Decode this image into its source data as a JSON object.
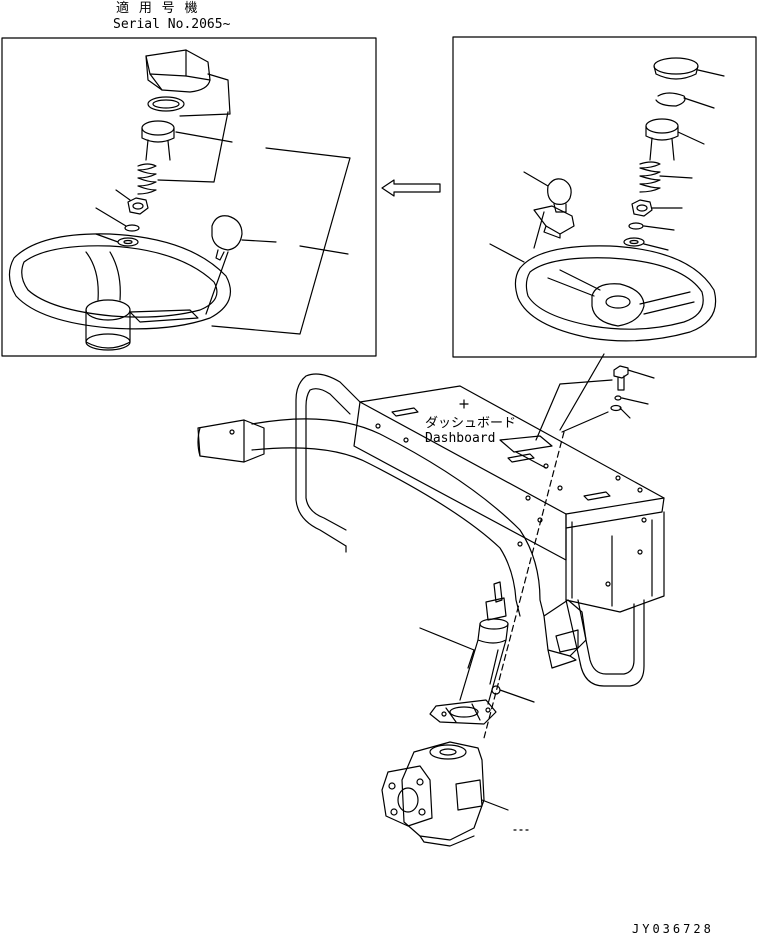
{
  "header": {
    "applicable_label": "適 用 号 機",
    "serial_label": "Serial No.2065~"
  },
  "callouts": {
    "dashboard_jp": "ダッシュボード",
    "dashboard_en": "Dashboard"
  },
  "footer": {
    "figure_code": "JY036728"
  },
  "icons": {
    "direction_arrow": "left-arrow-icon"
  }
}
